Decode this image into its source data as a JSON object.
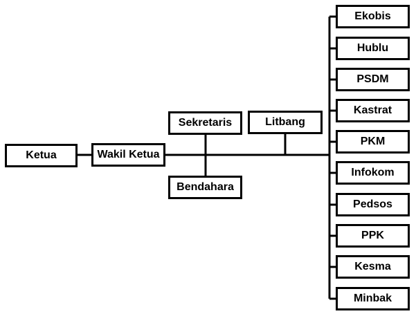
{
  "org_chart": {
    "ketua": "Ketua",
    "wakil_ketua": "Wakil Ketua",
    "sekretaris": "Sekretaris",
    "bendahara": "Bendahara",
    "litbang": "Litbang",
    "divisions": [
      "Ekobis",
      "Hublu",
      "PSDM",
      "Kastrat",
      "PKM",
      "Infokom",
      "Pedsos",
      "PPK",
      "Kesma",
      "Minbak"
    ]
  },
  "colors": {
    "line": "#000000",
    "box_fill": "#ffffff",
    "text": "#000000"
  }
}
